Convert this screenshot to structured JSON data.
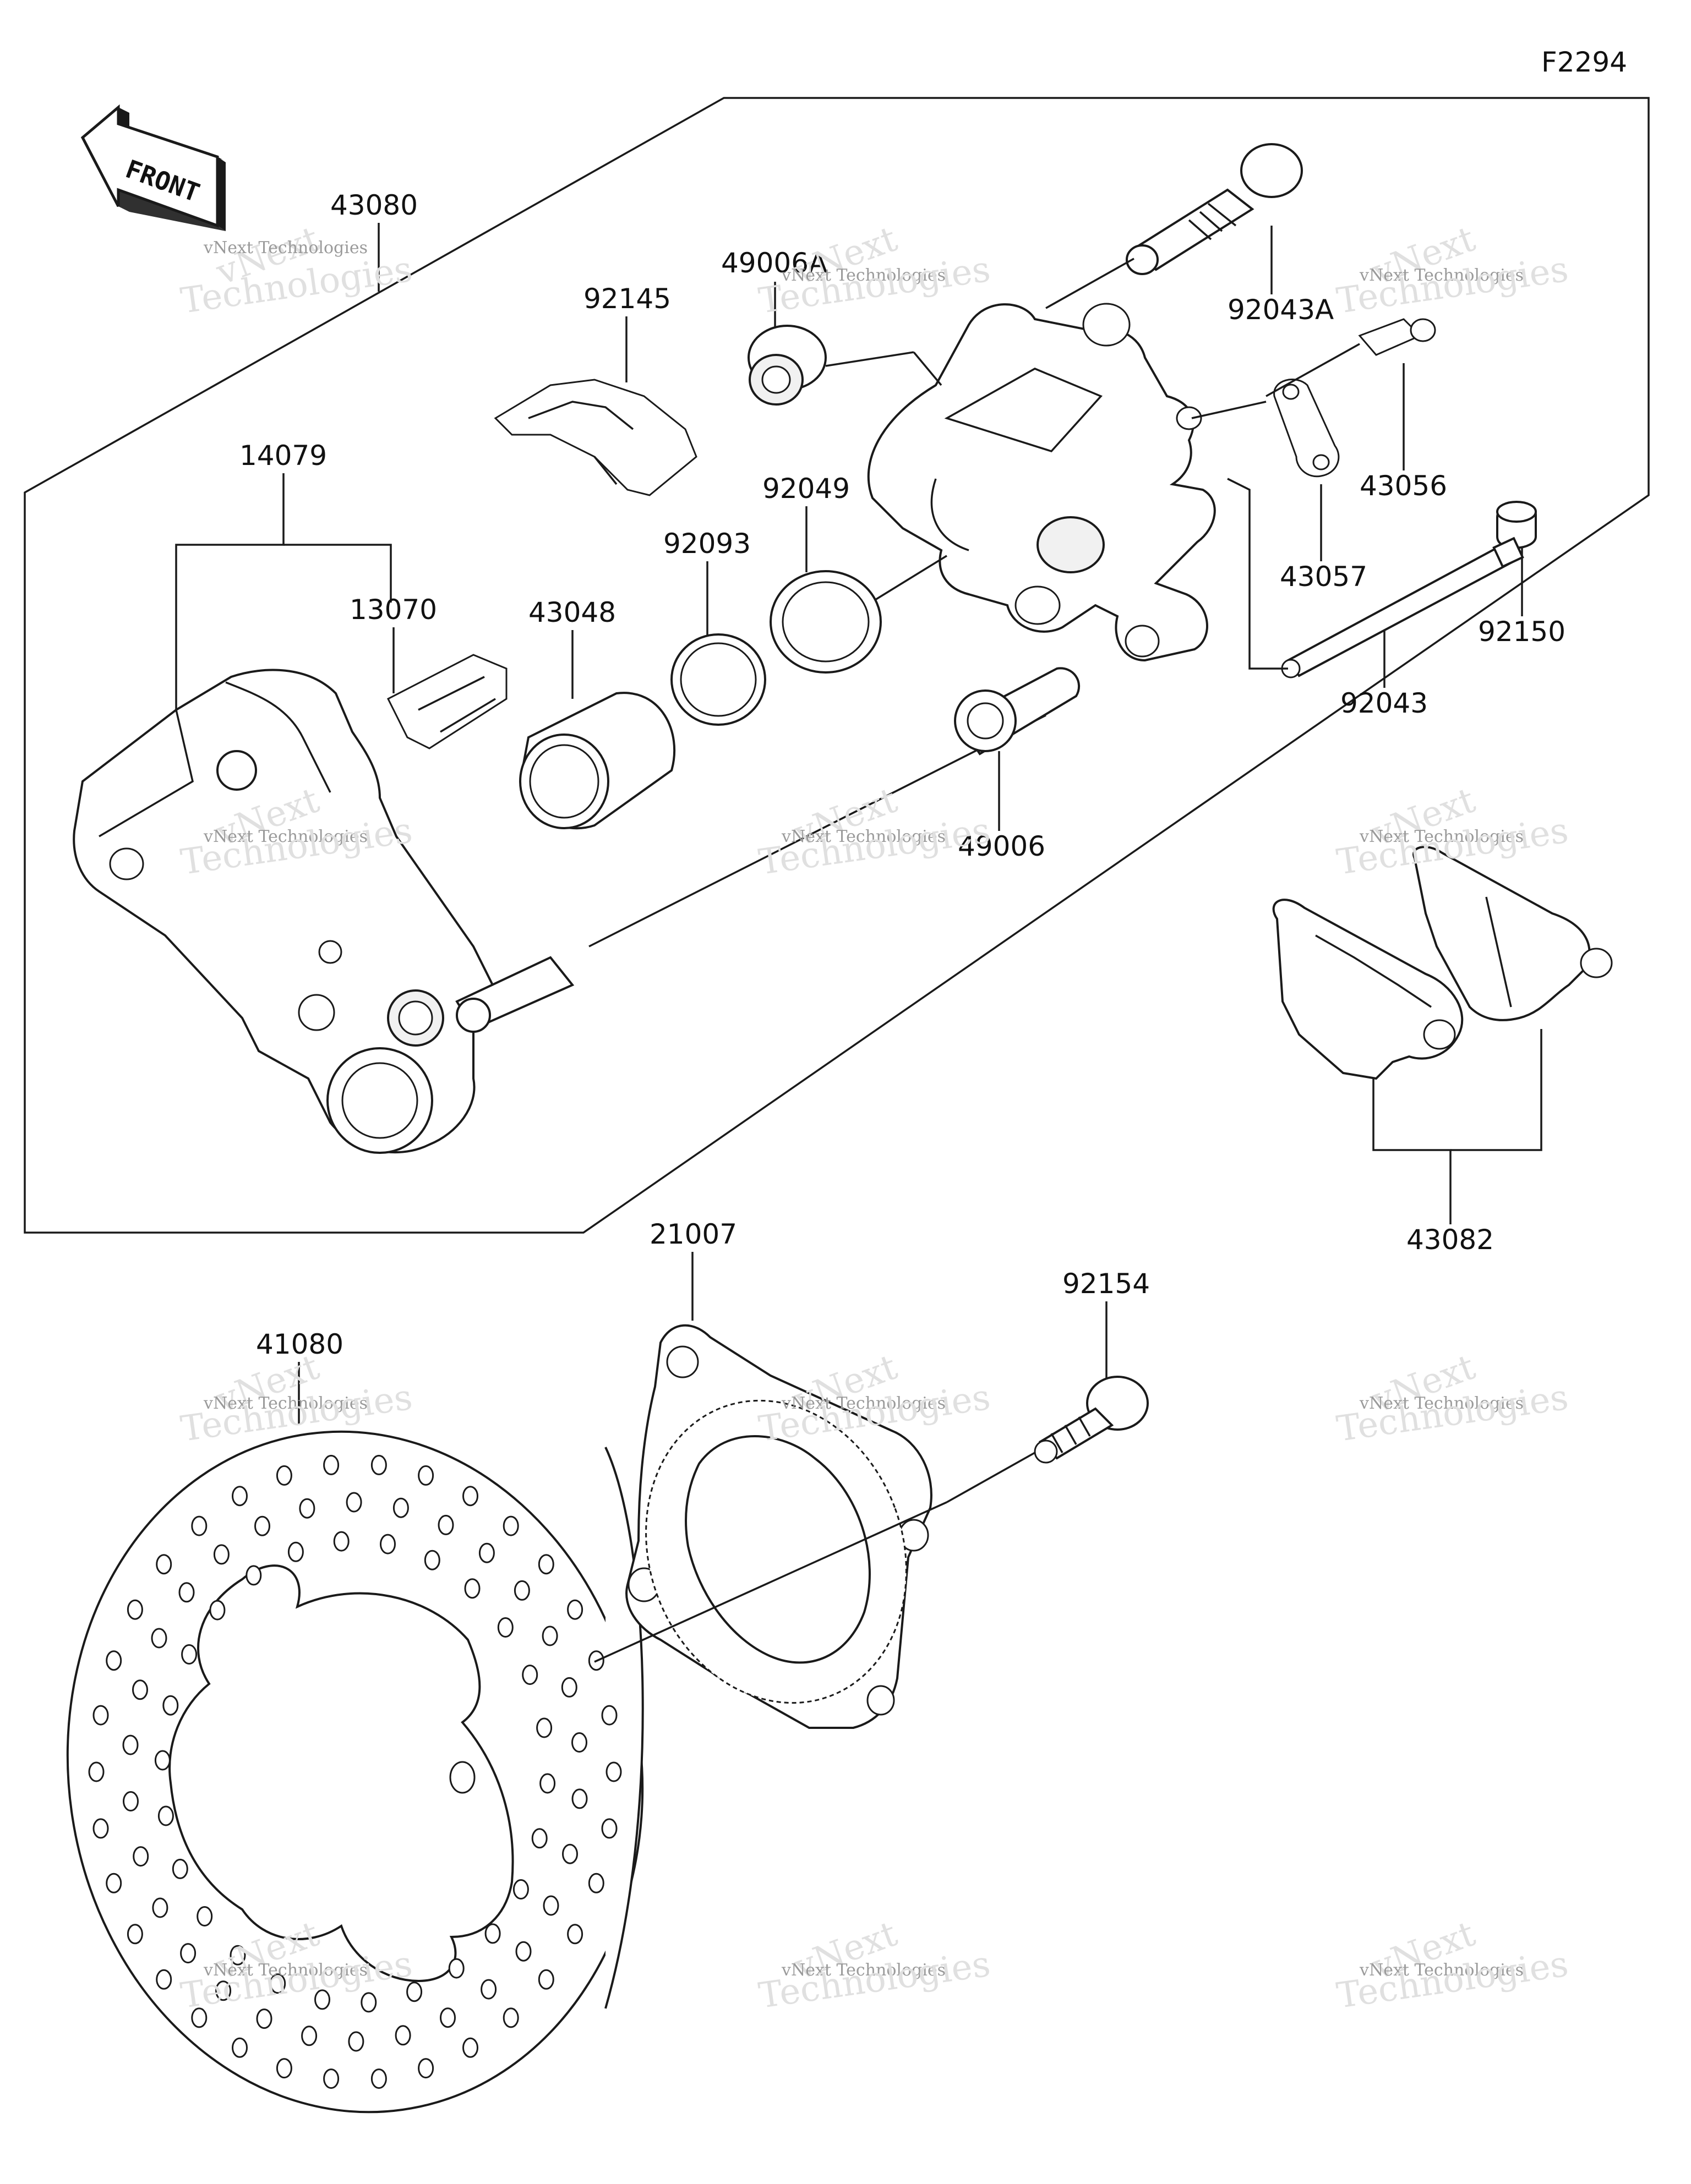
{
  "figure_code": "F2294",
  "front_label": "FRONT",
  "watermark": {
    "line1": "vNext",
    "line2": "vNext Technologies",
    "line3": "Technologies"
  },
  "part_numbers": {
    "p43080": "43080",
    "p92145": "92145",
    "p49006A": "49006A",
    "p92043A": "92043A",
    "p43056": "43056",
    "p92049": "92049",
    "p92093": "92093",
    "p43048": "43048",
    "p14079": "14079",
    "p13070": "13070",
    "p43057": "43057",
    "p92150": "92150",
    "p92043": "92043",
    "p49006": "49006",
    "p43082": "43082",
    "p21007": "21007",
    "p92154": "92154",
    "p41080": "41080"
  },
  "colors": {
    "line": "#1a1a1a",
    "background": "#ffffff",
    "watermark": "#c8c8c8"
  }
}
